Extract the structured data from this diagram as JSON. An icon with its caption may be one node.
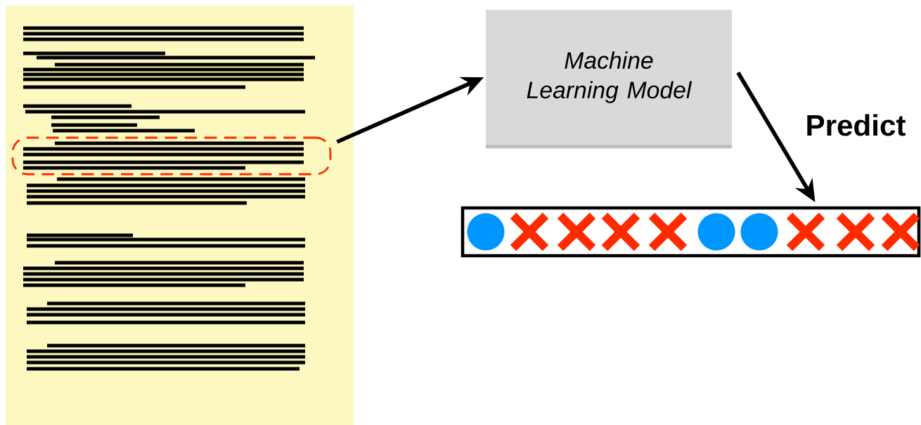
{
  "diagram": {
    "nodes": [
      {
        "text": [],
        "shape": "box"
      },
      {
        "text": [],
        "shape": "box",
        "in": 0
      },
      {
        "text": [
          "Machine Learning Model"
        ]
      },
      {
        "text": [],
        "shape": "bar"
      }
    ],
    "edges": [
      {
        "from": 1,
        "to": 2,
        "arrow": "to"
      },
      {
        "from": 2,
        "to": 3,
        "arrow": "to",
        "label": "Predict"
      }
    ]
  }
}
